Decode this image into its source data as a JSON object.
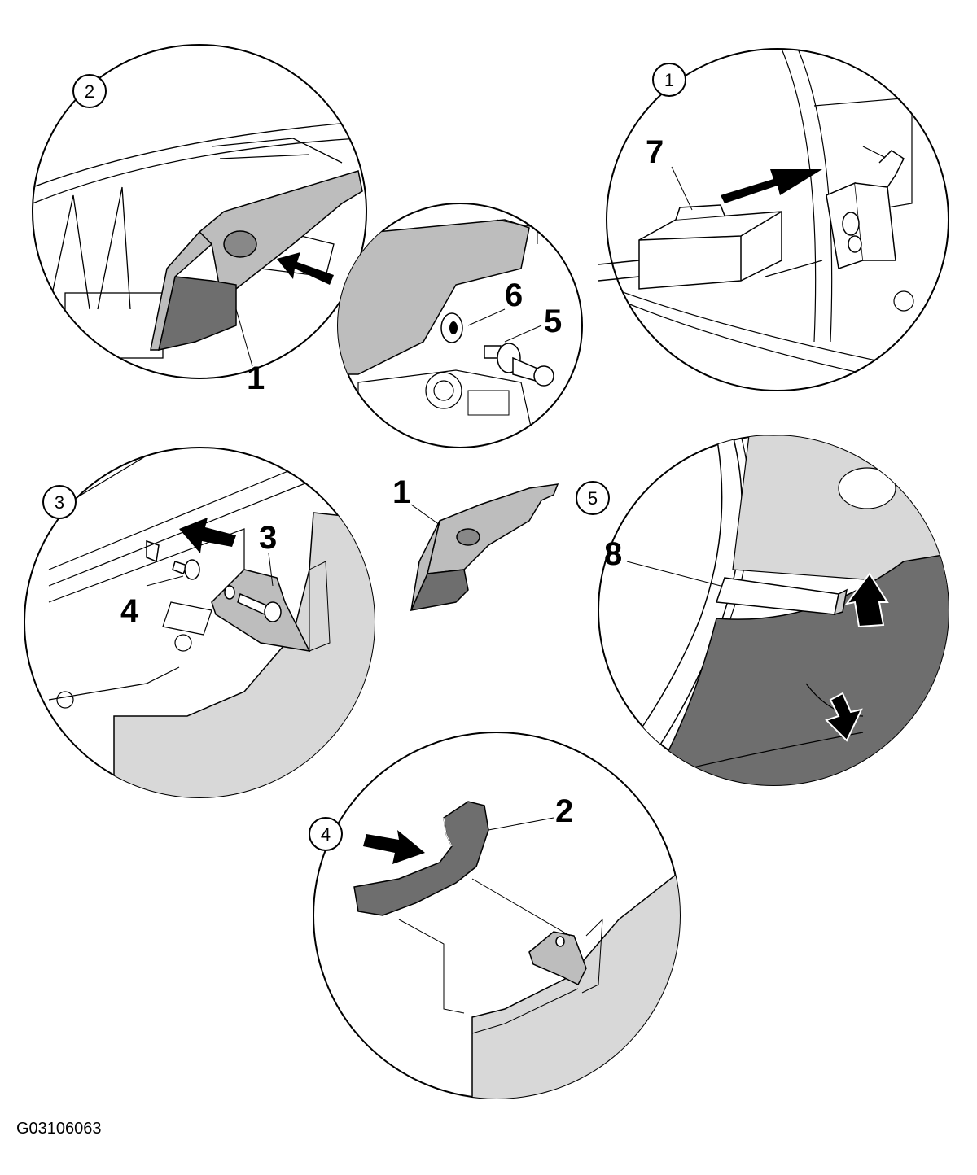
{
  "steps": [
    {
      "number": "2"
    },
    {
      "number": "1"
    },
    {
      "number": "3"
    },
    {
      "number": "5"
    },
    {
      "number": "4"
    }
  ],
  "callouts": {
    "step2_trim": "1",
    "detail_washer": "6",
    "detail_clip": "5",
    "step1_part": "7",
    "step3_screw": "3",
    "step3_clip": "4",
    "overview_trim": "1",
    "step5_tool": "8",
    "step4_handle": "2"
  },
  "figure_id": "G03106063",
  "colors": {
    "trim_light": "#bdbdbd",
    "trim_dark": "#6e6e6e",
    "panel_light": "#d8d8d8",
    "line": "#000000"
  }
}
